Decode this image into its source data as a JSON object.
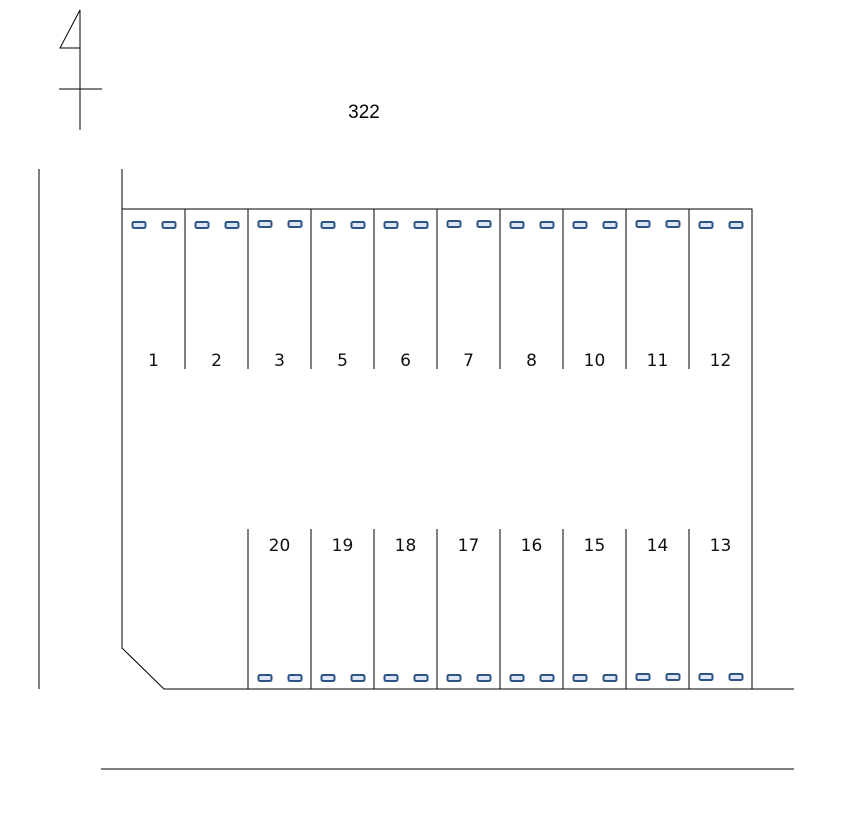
{
  "road_label": "322",
  "north_arrow": {
    "icon": "north-arrow-icon"
  },
  "colors": {
    "line": "#000000",
    "wheel_stop_fill": "#dde6f2",
    "wheel_stop_stroke": "#2d5485"
  },
  "top_row": [
    "1",
    "2",
    "3",
    "5",
    "6",
    "7",
    "8",
    "10",
    "11",
    "12"
  ],
  "bottom_row": [
    "20",
    "19",
    "18",
    "17",
    "16",
    "15",
    "14",
    "13"
  ],
  "bottom_row_blank_stalls": 2,
  "wheel_stop": {
    "icon": "wheel-stop-icon"
  }
}
